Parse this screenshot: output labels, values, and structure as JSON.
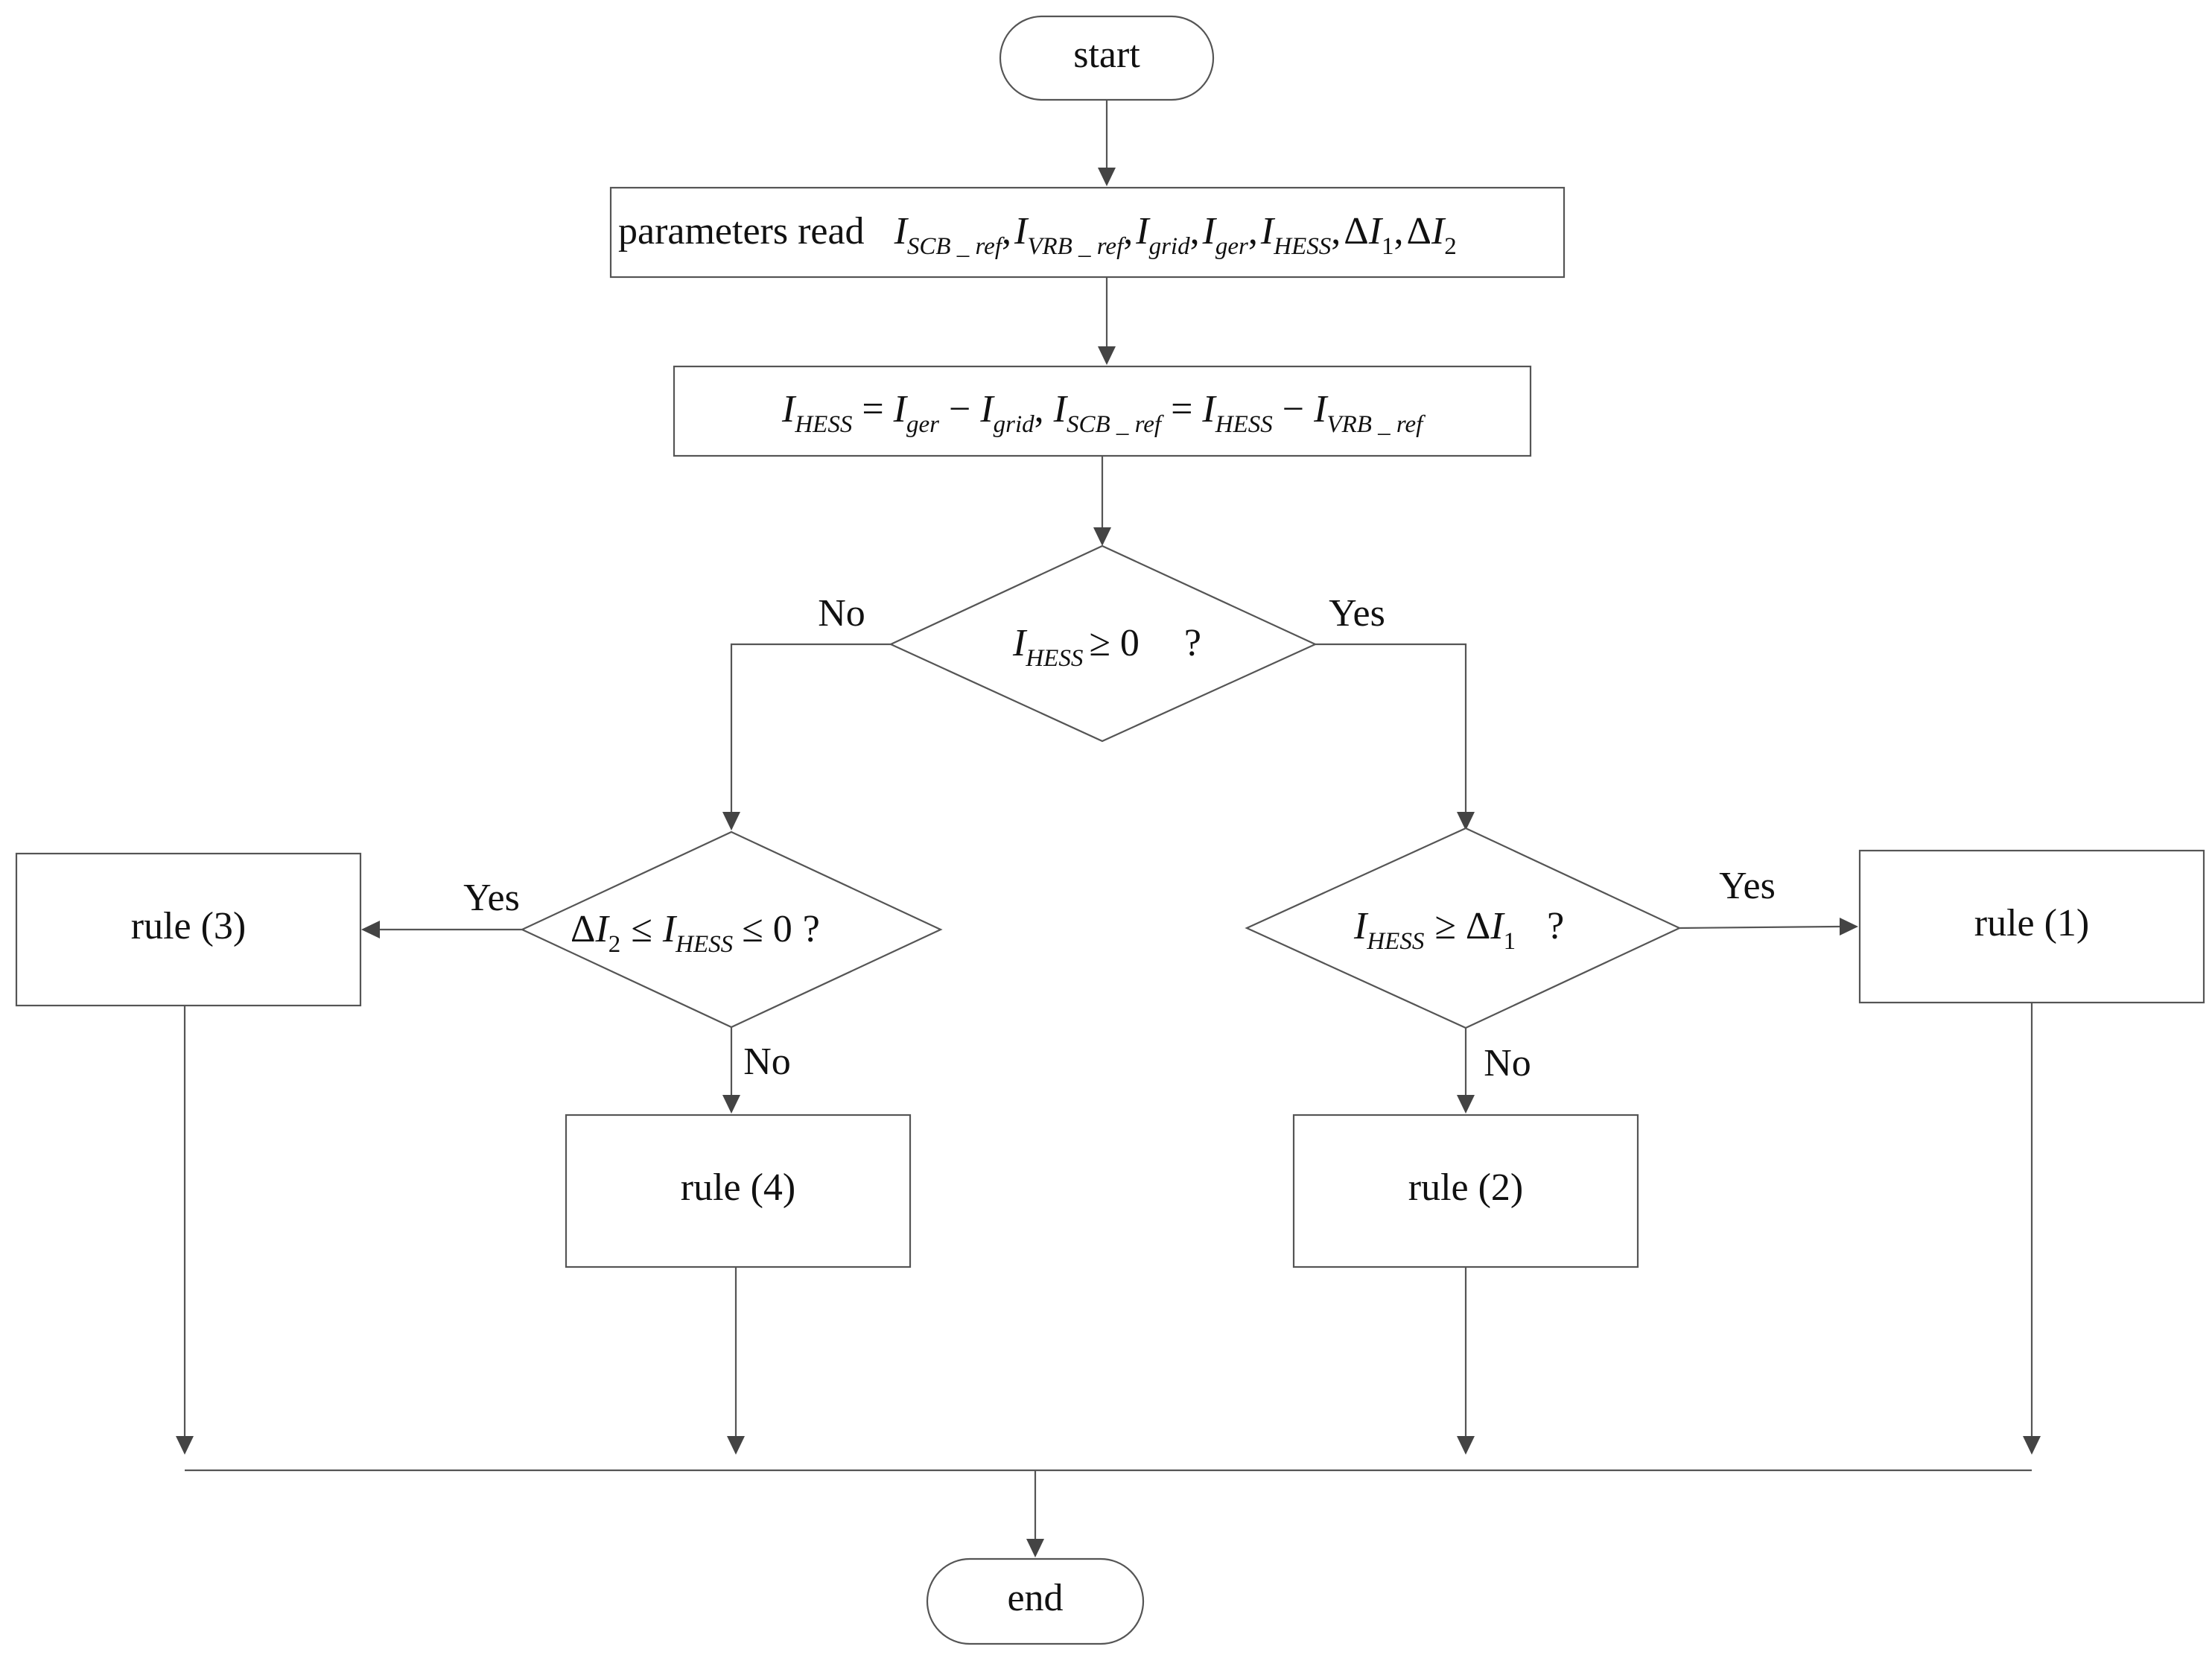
{
  "flowchart": {
    "start": "start",
    "end": "end",
    "read_params": {
      "label": "parameters read",
      "items": [
        {
          "base": "I",
          "sub": "SCB _ ref"
        },
        {
          "base": "I",
          "sub": "VRB _ ref"
        },
        {
          "base": "I",
          "sub": "grid"
        },
        {
          "base": "I",
          "sub": "ger"
        },
        {
          "base": "I",
          "sub": "HESS"
        },
        {
          "prefix": "Δ",
          "base": "I",
          "sub": "1"
        },
        {
          "prefix": "Δ",
          "base": "I",
          "sub": "2"
        }
      ]
    },
    "compute": {
      "eq1": {
        "lhs_sub": "HESS",
        "a_sub": "ger",
        "b_sub": "grid"
      },
      "eq2": {
        "lhs_sub": "SCB _ ref",
        "a_sub": "HESS",
        "b_sub": "VRB _ ref"
      }
    },
    "decisions": {
      "d1": {
        "base": "I",
        "sub": "HESS",
        "op": "≥ 0",
        "q": "?"
      },
      "d2": {
        "prefix": "Δ",
        "base": "I",
        "sub": "2",
        "op": "≤",
        "base2": "I",
        "sub2": "HESS",
        "op2": "≤ 0",
        "q": "?"
      },
      "d3": {
        "base": "I",
        "sub": "HESS",
        "op": "≥ Δ",
        "base2": "I",
        "sub2": "1",
        "q": "?"
      }
    },
    "branches": {
      "yes": "Yes",
      "no": "No"
    },
    "rules": {
      "r1": "rule (1)",
      "r2": "rule (2)",
      "r3": "rule (3)",
      "r4": "rule (4)"
    }
  }
}
